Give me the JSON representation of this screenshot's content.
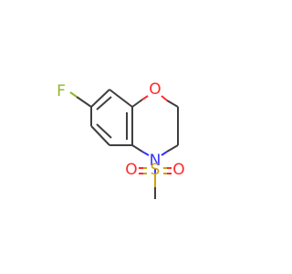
{
  "molecule": {
    "atoms": {
      "fluorine": {
        "symbol": "F",
        "color": "#8fb72a"
      },
      "ring_oxygen": {
        "symbol": "O",
        "color": "#ff2a2a"
      },
      "ring_nitrogen": {
        "symbol": "N",
        "color": "#3333ff"
      },
      "sulfur": {
        "symbol": "S",
        "color": "#c9a317"
      },
      "sulfonyl_oxygen_left": {
        "symbol": "O",
        "color": "#ff2a2a"
      },
      "sulfonyl_oxygen_right": {
        "symbol": "O",
        "color": "#ff2a2a"
      }
    },
    "bond_color": "#3f3f3f"
  }
}
